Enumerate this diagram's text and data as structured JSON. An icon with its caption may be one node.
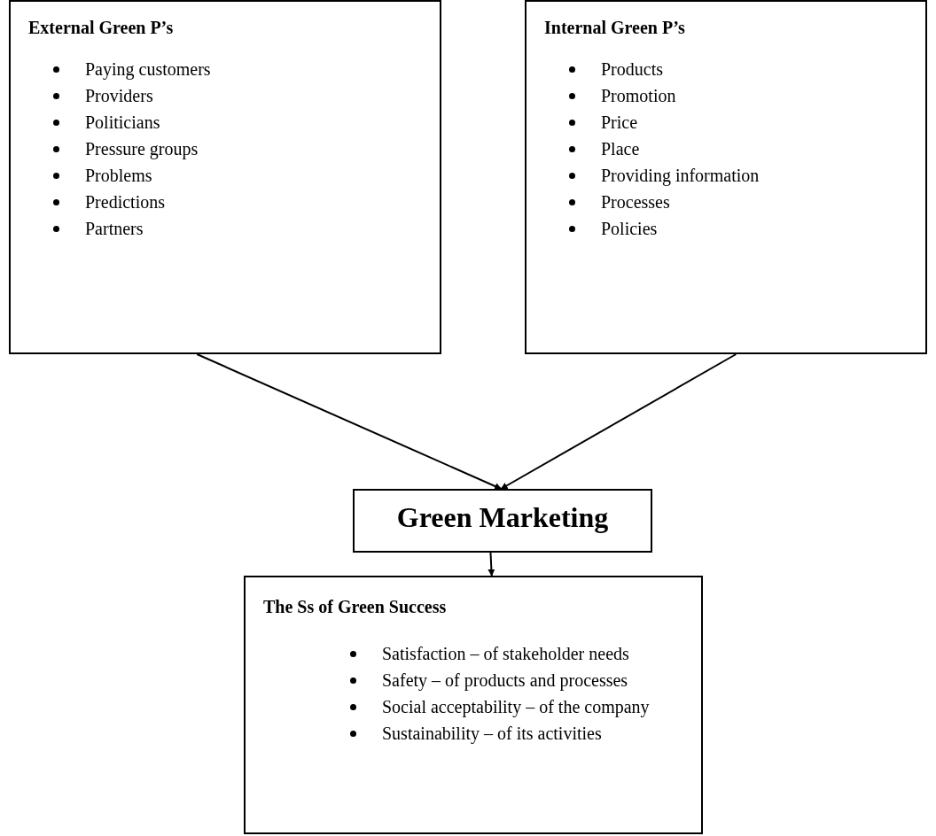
{
  "diagram": {
    "nodes": [
      {
        "text": [
          "External Green P’s",
          "Paying customers",
          "Providers",
          "Politicians",
          "Pressure groups",
          "Problems",
          "Predictions",
          "Partners"
        ]
      },
      {
        "text": [
          "Internal Green P’s",
          "Products",
          "Promotion",
          "Price",
          "Place",
          "Providing information",
          "Processes",
          "Policies"
        ]
      },
      {
        "text": [
          "Green Marketing"
        ]
      },
      {
        "text": [
          "The Ss of Green Success",
          "Satisfaction – of stakeholder needs",
          "Safety – of products and processes",
          "Social acceptability – of the company",
          "Sustainability – of its activities"
        ]
      }
    ],
    "edges": [
      {
        "from": 0,
        "to": 2,
        "arrow": "to"
      },
      {
        "from": 1,
        "to": 2,
        "arrow": "to"
      },
      {
        "from": 2,
        "to": 3,
        "arrow": "to"
      }
    ]
  }
}
